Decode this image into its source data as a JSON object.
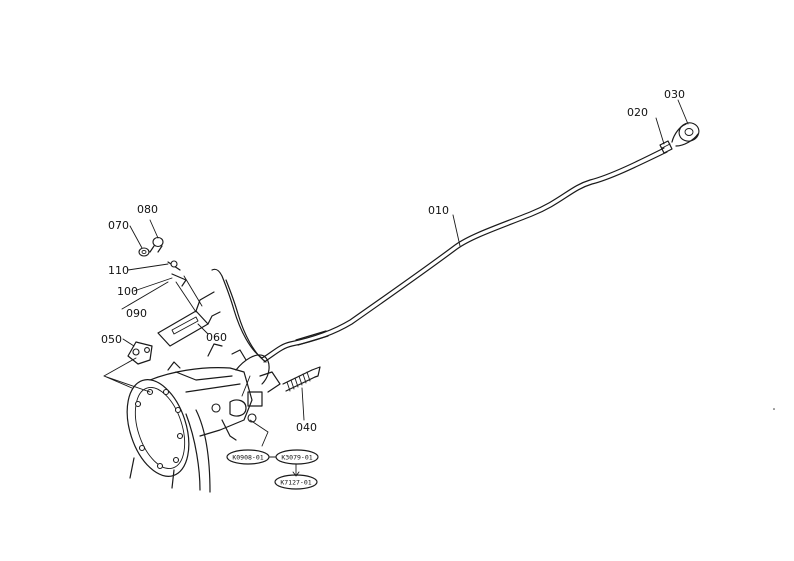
{
  "parts": {
    "p010": "010",
    "p020": "020",
    "p030": "030",
    "p040": "040",
    "p050": "050",
    "p060": "060",
    "p070": "070",
    "p080": "080",
    "p090": "090",
    "p100": "100",
    "p110": "110"
  },
  "refs": {
    "r1": "K0908-01",
    "r2": "K3079-01",
    "r3": "K7127-01"
  }
}
